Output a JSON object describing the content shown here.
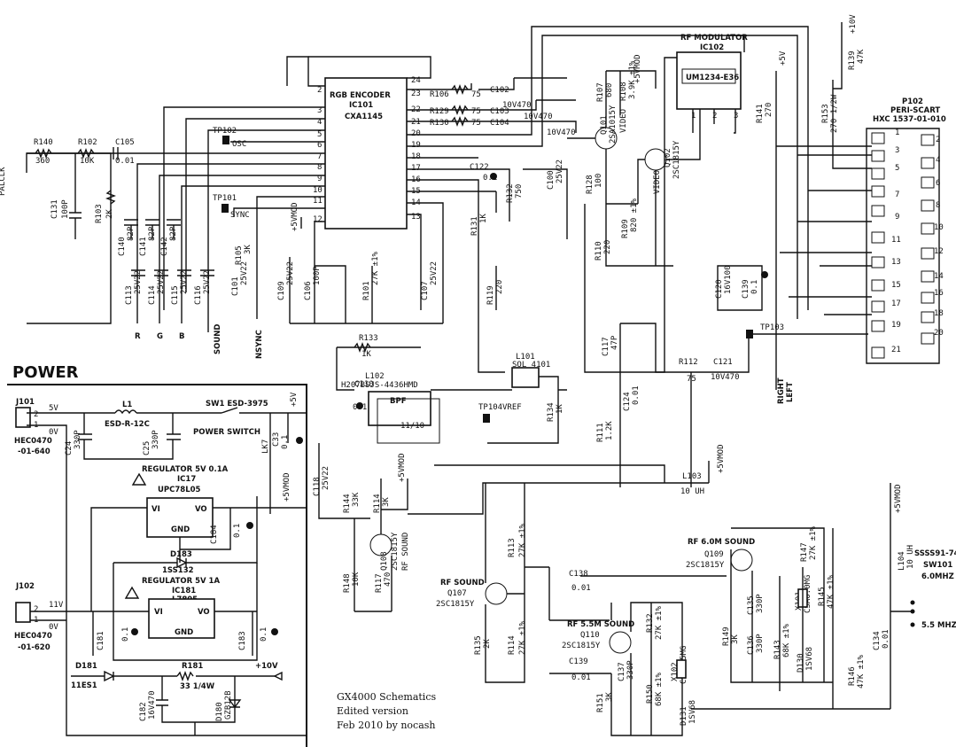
{
  "ic101": {
    "title": "RGB ENCODER",
    "ref": "IC101",
    "part": "CXA1145",
    "left_pins": [
      "2",
      "3",
      "4",
      "5",
      "6",
      "7",
      "8",
      "9",
      "10",
      "11",
      "12"
    ],
    "right_pins": [
      "24",
      "23",
      "22",
      "21",
      "20",
      "19",
      "18",
      "17",
      "16",
      "15",
      "14",
      "13"
    ]
  },
  "ic102": {
    "title": "RF MODULATOR",
    "ref": "IC102",
    "part": "UM1234-E36",
    "pins": [
      "1",
      "2",
      "3"
    ]
  },
  "p102": {
    "ref": "P102",
    "name": "PERI-SCART",
    "part": "HXC 1537-01-010",
    "odd": [
      "1",
      "3",
      "5",
      "7",
      "9",
      "11",
      "13",
      "15",
      "17",
      "19",
      "21"
    ],
    "even": [
      "2",
      "4",
      "6",
      "8",
      "10",
      "12",
      "14",
      "16",
      "18",
      "20"
    ]
  },
  "power": {
    "title": "POWER",
    "j101": "J101",
    "j101_part": "HEC0470",
    "j101_part2": "-01-640",
    "j101_v1": "5V",
    "j101_v2": "0V",
    "l1": "L1",
    "l1_part": "ESD-R-12C",
    "sw1": "SW1 ESD-3975",
    "switch_label": "POWER SWITCH",
    "c24": "C24",
    "c24v": "330P",
    "c25": "C25",
    "c25v": "330P",
    "c33": "C33",
    "c33v": "0.1",
    "lk7": "LK7",
    "plus5v": "+5V",
    "reg1_title": "REGULATOR 5V 0.1A",
    "reg1_ref": "IC17",
    "reg1_part": "UPC78L05",
    "c184": "C184",
    "c184v": "0.1",
    "d183": "D183",
    "d183_part": "1SS132",
    "reg2_title": "REGULATOR 5V 1A",
    "reg2_ref": "IC181",
    "reg2_part": "L7805",
    "vi": "VI",
    "vo": "VO",
    "gnd": "GND",
    "j102": "J102",
    "j102_v1": "11V",
    "j102_v2": "0V",
    "j102_part": "HEC0470",
    "j102_part2": "-01-620",
    "c181": "C181",
    "c181v": "0.1",
    "c183": "C183",
    "c183v": "0.1",
    "d181": "D181",
    "d181_part": "11ES1",
    "r181": "R181",
    "r181v": "33 1/4W",
    "c182": "C182",
    "c182v": "16V470",
    "d180": "D180",
    "d180_part": "GZB12B",
    "plus10v": "+10V",
    "plus5vmod": "+5VMOD"
  },
  "top": {
    "r140": "R140",
    "r140v": "360",
    "r102": "R102",
    "r102v": "10K",
    "c105": "C105",
    "c105v": "0.01",
    "palclk": "PALCLK",
    "c131": "C131",
    "c131v": "100P",
    "r103": "R103",
    "r103v": "2K",
    "tp102": "TP102",
    "osc": "OSC",
    "tp101": "TP101",
    "sync": "SYNC",
    "c140": "C140",
    "c141": "C141",
    "c142": "C142",
    "c140v": "82P",
    "c141v": "82P",
    "c142v": "82P",
    "c113": "C113",
    "c114": "C114",
    "c115": "C115",
    "c116": "C116",
    "c113v": "25V22",
    "c114v": "25V22",
    "c115v": "25V22",
    "c116v": "25V22",
    "r": "R",
    "g": "G",
    "b": "B",
    "sound": "SOUND",
    "nsync": "NSYNC",
    "r105": "R105",
    "r105v": "3K",
    "c101": "C101",
    "c101v": "25V22",
    "c109": "C109",
    "c109v": "25V22",
    "c106": "C106",
    "c106v": "100P",
    "r101": "R101",
    "r101v": "27K ±1%",
    "c107": "C107",
    "c107v": "25V22",
    "r133": "R133",
    "r133v": "1K",
    "r106": "R106",
    "r106v": "75",
    "r129": "R129",
    "r129v": "75",
    "r130": "R130",
    "r130v": "75",
    "c102": "C102",
    "c102v": "10V470",
    "c103": "C103",
    "c103v": "10V470",
    "c104": "C104",
    "c104v": "10V470",
    "c122": "C122",
    "c122v": "0.1",
    "r131": "R131",
    "r131v": "1K",
    "r132": "R132",
    "r132v": "750",
    "c100": "C100",
    "c100v": "25V22",
    "r119": "R119",
    "r119v": "220",
    "l102": "L102",
    "l102_part": "H207BSJS-4436HMD",
    "bpf": "BPF",
    "l102_pins": "11/10",
    "c110": "C110",
    "c110v": "0.1",
    "l101": "L101",
    "l101_part": "SOL 4101",
    "tp104": "TP104",
    "vref": "VREF",
    "r134": "R134",
    "r134v": "1K",
    "r107": "R107",
    "r107v": "680",
    "r108": "R108",
    "r108v": "3.9K ±1%",
    "q101": "Q101",
    "q101_part": "2SA1015Y",
    "q101_fn": "VIDEO",
    "q102": "Q102",
    "q102_part": "2SC1815Y",
    "q102_fn": "VIDEO",
    "r128": "R128",
    "r128v": "100",
    "r109": "R109",
    "r109v": "820 ±1%",
    "r110": "R110",
    "r110v": "220",
    "plus5vmod": "+5VMOD",
    "plus5v": "+5V",
    "plus10v": "+10V",
    "r141": "R141",
    "r141v": "270",
    "r153": "R153",
    "r153v": "270 1/2W",
    "r139": "R139",
    "r139v": "47K",
    "c120": "C120",
    "c120v": "16V100",
    "c139": "C139",
    "c139v": "0.1",
    "c117": "C117",
    "c117v": "47P",
    "r112": "R112",
    "r112v": "75",
    "c121": "C121",
    "c121v": "10V470",
    "tp103": "TP103",
    "c124": "C124",
    "c124v": "0.01",
    "r111": "R111",
    "r111v": "1.2K",
    "right": "RIGHT",
    "left": "LEFT"
  },
  "sound": {
    "c118": "C118",
    "c118v": "25V22",
    "r144": "R144",
    "r144v": "33K",
    "r114": "R114",
    "r114v": "3K",
    "q108": "Q108",
    "q108_part": "2SC1815Y",
    "q108_fn": "RF SOUND",
    "r148": "R148",
    "r148v": "10K",
    "r117": "R117",
    "r117v": "470",
    "l103": "L103",
    "l103v": "10 UH",
    "plus5vmod": "+5VMOD",
    "r113": "R113",
    "r113v": "27K ±1%",
    "q107": "Q107",
    "q107_fn": "RF SOUND",
    "q107_part": "2SC1815Y",
    "r135": "R135",
    "r135v": "2K",
    "r114b": "R114",
    "r114bv": "27K ±1%",
    "c138": "C138",
    "c138v": "0.01",
    "c139": "C139",
    "c139v": "0.01",
    "q110": "Q110",
    "q110_fn": "RF 5.5M SOUND",
    "q110_part": "2SC1815Y",
    "r132": "R132",
    "r132v": "27K ±1%",
    "c137": "C137",
    "c137v": "330P",
    "r151": "R151",
    "r151v": "3K",
    "r150": "R150",
    "r150v": "68K ±1%",
    "x102": "X102",
    "x102v": "CSA5.5MG",
    "d131": "D131",
    "d131v": "1SV68",
    "q109": "Q109",
    "q109_fn": "RF 6.0M SOUND",
    "q109_part": "2SC1815Y",
    "r147": "R147",
    "r147v": "27K ±1%",
    "c135": "C135",
    "c135v": "330P",
    "c136": "C136",
    "c136v": "330P",
    "r149": "R149",
    "r149v": "3K",
    "r143": "R143",
    "r143v": "68K ±1%",
    "x101": "X101",
    "x101v": "CSA6.0MG",
    "r145": "R145",
    "r145v": "47K ±1%",
    "d130": "D130",
    "d130v": "1SV68",
    "r146": "R146",
    "r146v": "47K ±1%",
    "c134": "C134",
    "c134v": "0.01",
    "l104": "L104",
    "l104v": "10 UH",
    "sw101": "SSSS91-749",
    "sw101_ref": "SW101",
    "mhz6": "6.0MHZ",
    "mhz55": "5.5 MHZ"
  },
  "footer": {
    "line1": "GX4000 Schematics",
    "line2": "Edited version",
    "line3": "Feb 2010 by nocash"
  }
}
